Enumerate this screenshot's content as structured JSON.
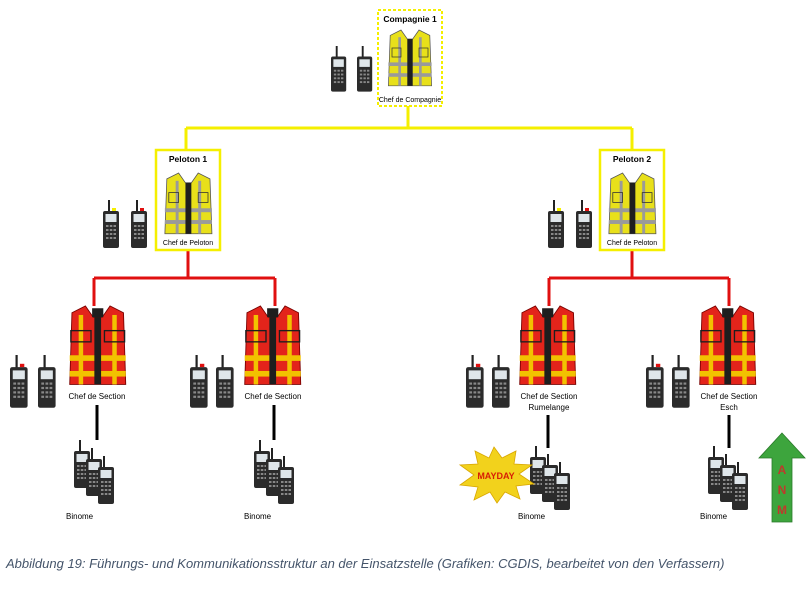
{
  "colors": {
    "yellow_line": "#f5ef00",
    "red_line": "#e01010",
    "black_line": "#000000",
    "box_border": "#f5ef00",
    "vest_yellow": "#e8e01a",
    "vest_red": "#e3241b",
    "vest_reflective": "#f2c200",
    "mayday_burst": "#f2d21c",
    "mayday_text": "#d81e05",
    "anm_arrow": "#3da53d",
    "anm_text": "#c0392b",
    "caption": "#44546a"
  },
  "icons": {
    "radio": "radio-handset-icon",
    "vest_yellow": "yellow-vest-icon",
    "vest_red": "red-vest-icon",
    "burst": "mayday-burst-icon",
    "arrow": "up-arrow-icon"
  },
  "company": {
    "title": "Compagnie 1",
    "role": "Chef de Compagnie"
  },
  "platoons": [
    {
      "title": "Peloton 1",
      "role": "Chef de Peloton"
    },
    {
      "title": "Peloton 2",
      "role": "Chef de Peloton"
    }
  ],
  "sections": [
    {
      "line1": "Chef de Section",
      "line2": ""
    },
    {
      "line1": "Chef de Section",
      "line2": ""
    },
    {
      "line1": "Chef de Section",
      "line2": "Rumelange"
    },
    {
      "line1": "Chef de Section",
      "line2": "Esch"
    }
  ],
  "binome_label": "Binome",
  "mayday_label": "MAYDAY",
  "anm_letters": [
    "A",
    "N",
    "M"
  ],
  "caption": "Abbildung 19: Führungs- und Kommunikationsstruktur an der Einsatzstelle (Grafiken: CGDIS, bearbeitet von den Verfassern)"
}
